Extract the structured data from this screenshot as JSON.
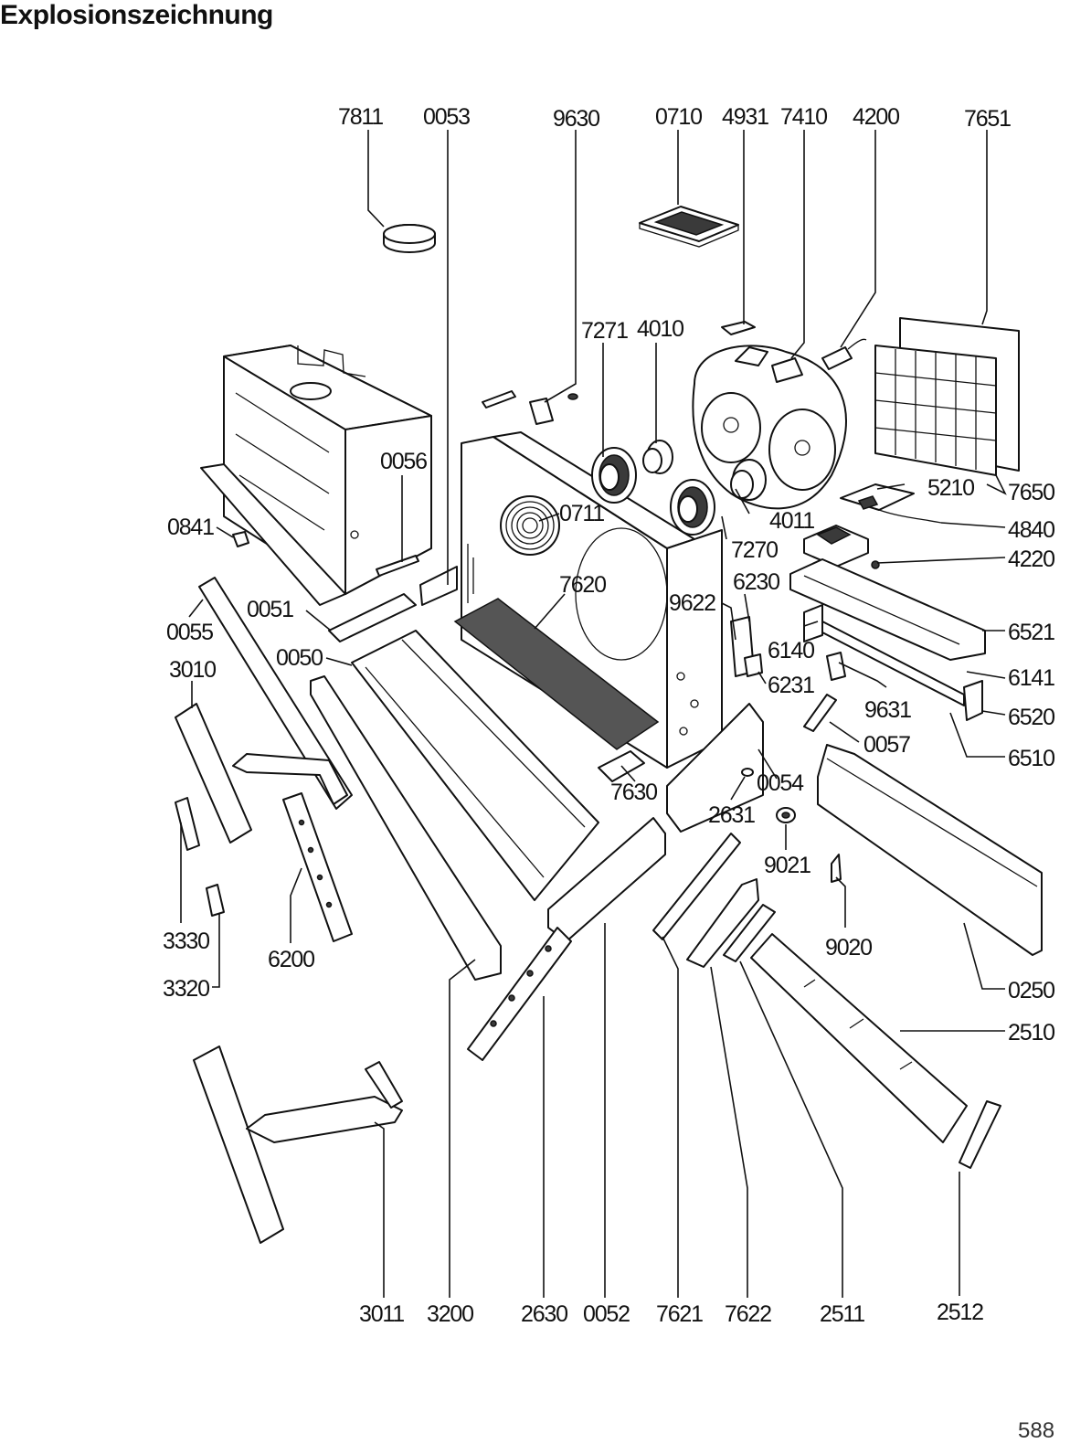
{
  "title": "Explosionszeichnung",
  "page_number": "588",
  "labels": {
    "l7811": "7811",
    "l0053": "0053",
    "l9630": "9630",
    "l0710": "0710",
    "l4931": "4931",
    "l7410": "7410",
    "l4200": "4200",
    "l7651": "7651",
    "l7271": "7271",
    "l4010": "4010",
    "l0056": "0056",
    "l5210": "5210",
    "l7650": "7650",
    "l0841": "0841",
    "l0711": "0711",
    "l4011": "4011",
    "l4840": "4840",
    "l7270": "7270",
    "l4220": "4220",
    "l7620": "7620",
    "l6230": "6230",
    "l0051": "0051",
    "l9622": "9622",
    "l6521": "6521",
    "l0055": "0055",
    "l6140": "6140",
    "l3010": "3010",
    "l0050": "0050",
    "l6231": "6231",
    "l6141": "6141",
    "l9631": "9631",
    "l6520": "6520",
    "l0057": "0057",
    "l6510": "6510",
    "l0054": "0054",
    "l7630": "7630",
    "l2631": "2631",
    "l9021": "9021",
    "l9020": "9020",
    "l3330": "3330",
    "l6200": "6200",
    "l0250": "0250",
    "l3320": "3320",
    "l2510": "2510",
    "l3011": "3011",
    "l3200": "3200",
    "l2630": "2630",
    "l0052": "0052",
    "l7621": "7621",
    "l7622": "7622",
    "l2511": "2511",
    "l2512": "2512"
  }
}
